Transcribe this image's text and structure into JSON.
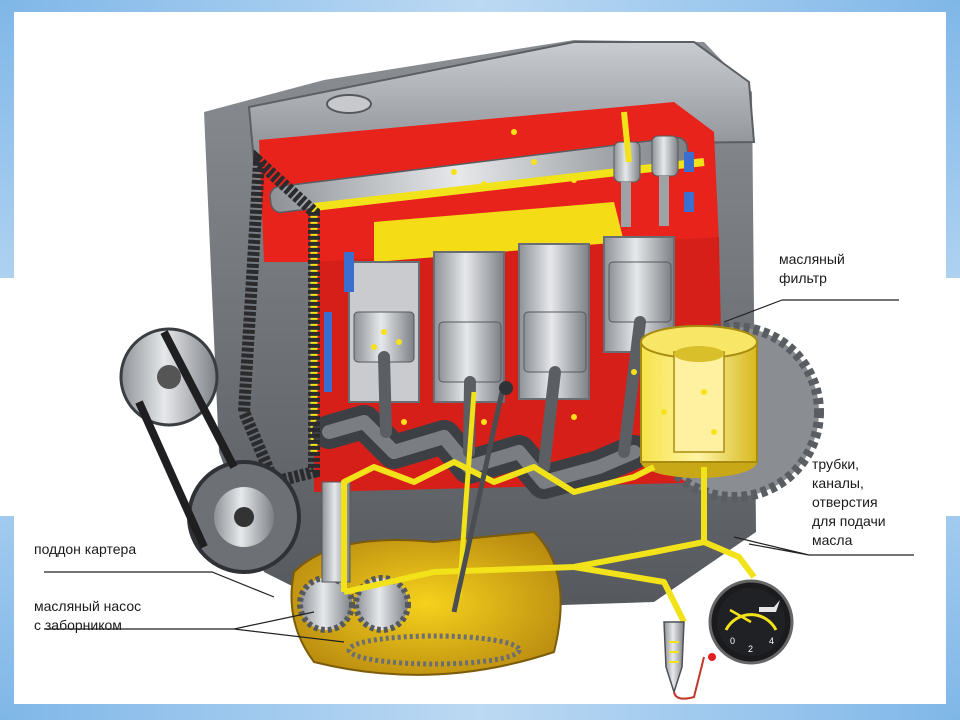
{
  "labels": {
    "oil_filter": [
      "масляный",
      "фильтр"
    ],
    "oil_channels": [
      "трубки,",
      "каналы,",
      "отверстия",
      "для подачи",
      "масла"
    ],
    "crankcase_pan": "поддон картера",
    "oil_pump": [
      "масляный насос",
      "с заборником"
    ]
  },
  "gauge": {
    "ticks": [
      "0",
      "2",
      "4"
    ]
  },
  "colors": {
    "oil": "#f2e21a",
    "section_red": "#e8231c",
    "metal": "#b9bcc0",
    "dark_metal": "#4a4d52",
    "frame": "#9cc6ee"
  },
  "icons": {
    "gauge_symbol": "oil-can-icon"
  }
}
